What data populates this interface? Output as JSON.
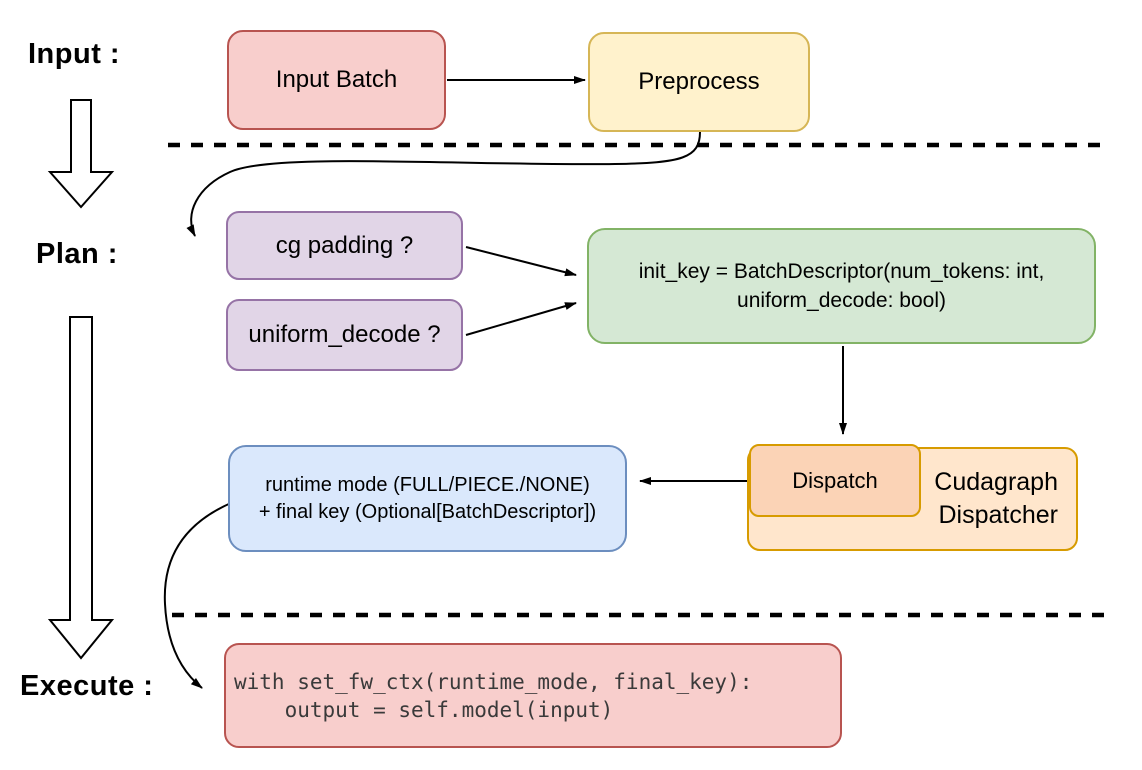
{
  "stages": {
    "input_label": "Input :",
    "plan_label": "Plan :",
    "execute_label": "Execute :"
  },
  "nodes": {
    "input_batch": {
      "label": "Input Batch",
      "fill": "#f8cecc",
      "border": "#b85450",
      "css": "background:#f8cecc;border-color:#b85450"
    },
    "preprocess": {
      "label": "Preprocess",
      "fill": "#fff2cc",
      "border": "#d6b656",
      "css": "background:#fff2cc;border-color:#d6b656"
    },
    "cg_padding": {
      "label": "cg padding ?",
      "fill": "#e1d5e7",
      "border": "#9673a6",
      "css": "background:#e1d5e7;border-color:#9673a6"
    },
    "uniform_decode": {
      "label": "uniform_decode ?",
      "fill": "#e1d5e7",
      "border": "#9673a6",
      "css": "background:#e1d5e7;border-color:#9673a6"
    },
    "init_key": {
      "line1": "init_key = BatchDescriptor(num_tokens: int,",
      "line2": "uniform_decode: bool)",
      "fill": "#d5e8d4",
      "border": "#82b366",
      "css": "background:#d5e8d4;border-color:#82b366"
    },
    "cudagraph_dispatcher": {
      "line1": "Cudagraph",
      "line2": "Dispatcher",
      "fill": "#ffe6cc",
      "border": "#d79b00",
      "css": "background:#ffe6cc;border-color:#d79b00"
    },
    "dispatch": {
      "label": "Dispatch",
      "fill": "#fbd3b6",
      "border": "#d79b00",
      "css": "background:#fbd3b6;border-color:#d79b00"
    },
    "runtime_mode": {
      "line1": "runtime mode (FULL/PIECE./NONE)",
      "line2": "+ final key (Optional[BatchDescriptor])",
      "fill": "#dae8fc",
      "border": "#6c8ebf",
      "css": "background:#dae8fc;border-color:#6c8ebf"
    },
    "execute_code": {
      "line1": "with set_fw_ctx(runtime_mode, final_key):",
      "line2": "    output = self.model(input)",
      "fill": "#f8cecc",
      "border": "#b85450",
      "css": "background:#f8cecc;border-color:#b85450"
    }
  },
  "colors": {
    "connector": "#000000",
    "divider": "#000000",
    "background": "#ffffff"
  }
}
